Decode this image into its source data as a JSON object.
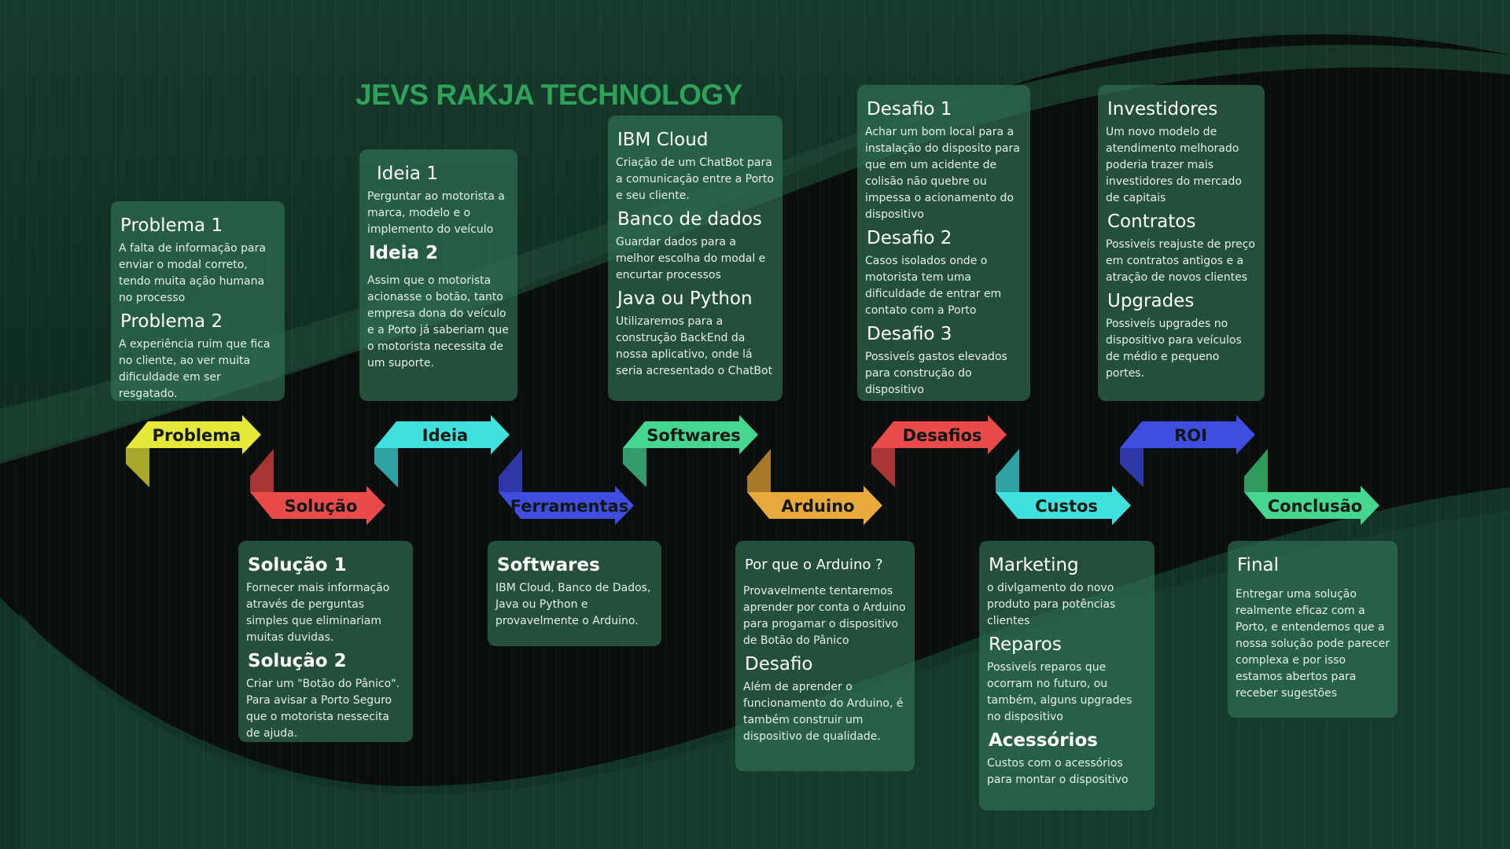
{
  "title": "JEVS RAKJA TECHNOLOGY",
  "steps": [
    {
      "label": "Problema",
      "color": "#e6e83a",
      "dark": "#a8a92a"
    },
    {
      "label": "Solução",
      "color": "#e94a4a",
      "dark": "#a83535"
    },
    {
      "label": "Ideia",
      "color": "#3fe1de",
      "dark": "#2ea3a1"
    },
    {
      "label": "Ferramentas",
      "color": "#3f4de0",
      "dark": "#2f38a6"
    },
    {
      "label": "Softwares",
      "color": "#45d690",
      "dark": "#349c6a"
    },
    {
      "label": "Arduino",
      "color": "#e9a93a",
      "dark": "#a9792a"
    },
    {
      "label": "Desafios",
      "color": "#e94a4a",
      "dark": "#a83535"
    },
    {
      "label": "Custos",
      "color": "#3fe1de",
      "dark": "#2ea3a1"
    },
    {
      "label": "ROI",
      "color": "#3f4de0",
      "dark": "#2f38a6"
    },
    {
      "label": "Conclusão",
      "color": "#45d690",
      "dark": "#2f9a5c"
    }
  ],
  "cards": {
    "problema": {
      "h1": "Problema 1",
      "p1": "A falta de informação para enviar o modal correto, tendo muita ação humana no processo",
      "h2": "Problema 2",
      "p2": "A experiência ruim que fica no cliente, ao ver muita dificuldade em ser resgatado."
    },
    "solucao": {
      "h1": "Solução 1",
      "p1": "Fornecer mais informação através de perguntas simples que eliminariam muitas duvidas.",
      "h2": "Solução 2",
      "p2": "Criar um \"Botão do Pânico\". Para avisar a Porto Seguro que o motorista nessecita de ajuda."
    },
    "ideia": {
      "h1": "Ideia 1",
      "p1": "Perguntar ao motorista a marca, modelo e o implemento do veículo",
      "h2": "Ideia 2",
      "p2": "Assim que o motorista acionasse o botão, tanto empresa dona do veículo e a Porto já saberiam que o motorista necessita de um suporte."
    },
    "ferramentas": {
      "h1": "Softwares",
      "p1": "IBM Cloud, Banco de Dados, Java ou Python e provavelmente o Arduino."
    },
    "softwares": {
      "h1": "IBM Cloud",
      "p1": "Criação de um ChatBot para a comunicação entre a Porto e seu cliente.",
      "h2": "Banco de dados",
      "p2": "Guardar dados para a melhor escolha do modal e encurtar processos",
      "h3": "Java ou Python",
      "p3": "Utilizaremos para a construção BackEnd da nossa aplicativo, onde lá seria acresentado o ChatBot"
    },
    "arduino": {
      "h1": "Por que o Arduino ?",
      "p1": "Provavelmente tentaremos aprender por conta o Arduino para progamar o dispositivo de Botão do Pânico",
      "h2": "Desafio",
      "p2": "Além de aprender o funcionamento do Arduino, é também construir um dispositivo de qualidade."
    },
    "desafios": {
      "h1": "Desafio 1",
      "p1": "Achar um bom local para a instalação do disposito para que em um acidente de colisão não quebre ou impessa o acionamento do dispositivo",
      "h2": "Desafio 2",
      "p2": "Casos isolados onde o motorista tem uma dificuldade de entrar em contato com a Porto",
      "h3": "Desafio 3",
      "p3": "Possiveís gastos elevados para construção do dispositivo"
    },
    "custos": {
      "h1": "Marketing",
      "p1": "o divlgamento do novo produto para potências clientes",
      "h2": "Reparos",
      "p2": "Possiveís reparos que ocorram no futuro, ou também, alguns upgrades no dispositivo",
      "h3": "Acessórios",
      "p3": "Custos com o acessórios para montar o dispositivo"
    },
    "roi": {
      "h1": "Investidores",
      "p1": "Um novo modelo de atendimento melhorado poderia trazer mais investidores do mercado de capitais",
      "h2": "Contratos",
      "p2": "Possiveís reajuste de preço em contratos antigos e a atração de novos clientes",
      "h3": "Upgrades",
      "p3": "Possiveís upgrades no dispositivo para veículos de médio e pequeno portes."
    },
    "conclusao": {
      "h1": "Final",
      "p1": "Entregar uma solução realmente eficaz com a Porto, e entendemos que a nossa solução pode parecer complexa e por isso estamos abertos para receber sugestões"
    }
  }
}
